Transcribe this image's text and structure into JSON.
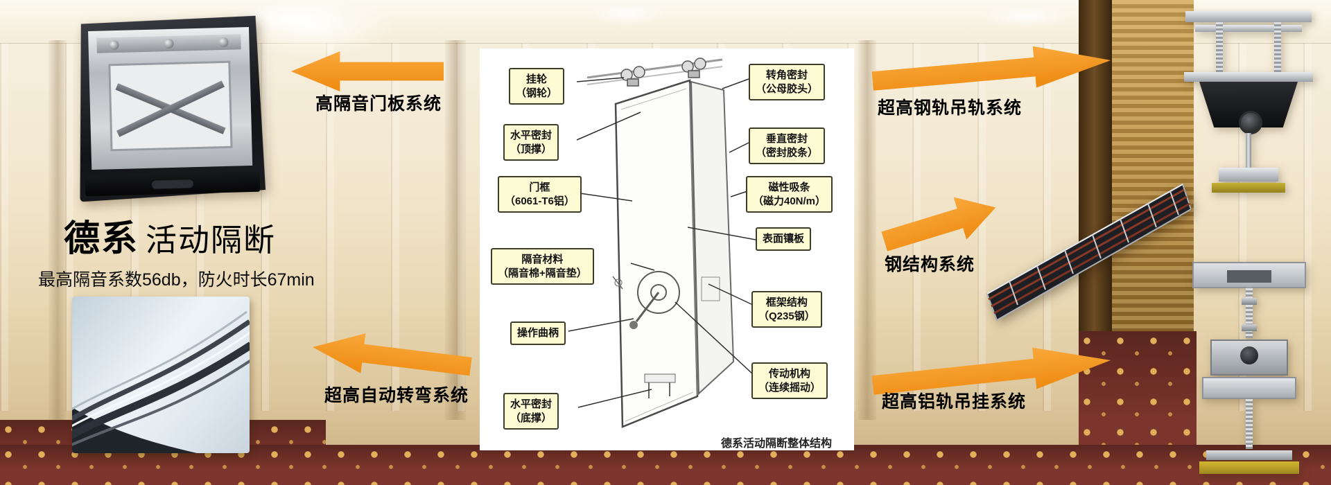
{
  "brand": {
    "bold": "德系",
    "light": "活动隔断",
    "subtitle": "最高隔音系数56db，防火时长67min"
  },
  "arrows": [
    {
      "label": "高隔音门板系统",
      "direction": "left"
    },
    {
      "label": "超高自动转弯系统",
      "direction": "left"
    },
    {
      "label": "超高钢轨吊轨系统",
      "direction": "right"
    },
    {
      "label": "钢结构系统",
      "direction": "right"
    },
    {
      "label": "超高铝轨吊挂系统",
      "direction": "right"
    }
  ],
  "diagram": {
    "caption": "德系活动隔断整体结构",
    "left_labels": [
      {
        "text": "挂轮\n（钢轮）"
      },
      {
        "text": "水平密封\n（顶撑）"
      },
      {
        "text": "门框\n（6061-T6铝）"
      },
      {
        "text": "隔音材料\n（隔音棉+隔音垫）"
      },
      {
        "text": "操作曲柄"
      },
      {
        "text": "水平密封\n（底撑）"
      }
    ],
    "right_labels": [
      {
        "text": "转角密封\n（公母胶头）"
      },
      {
        "text": "垂直密封\n（密封胶条）"
      },
      {
        "text": "磁性吸条\n（磁力40N/m）"
      },
      {
        "text": "表面镶板"
      },
      {
        "text": "框架结构\n（Q235钢）"
      },
      {
        "text": "传动机构\n（连续摇动）"
      }
    ]
  },
  "colors": {
    "arrow_orange": "#F6921E",
    "label_background": "#FDFBD4",
    "label_border": "#3C3C28",
    "carpet_red": "#7C352C"
  }
}
